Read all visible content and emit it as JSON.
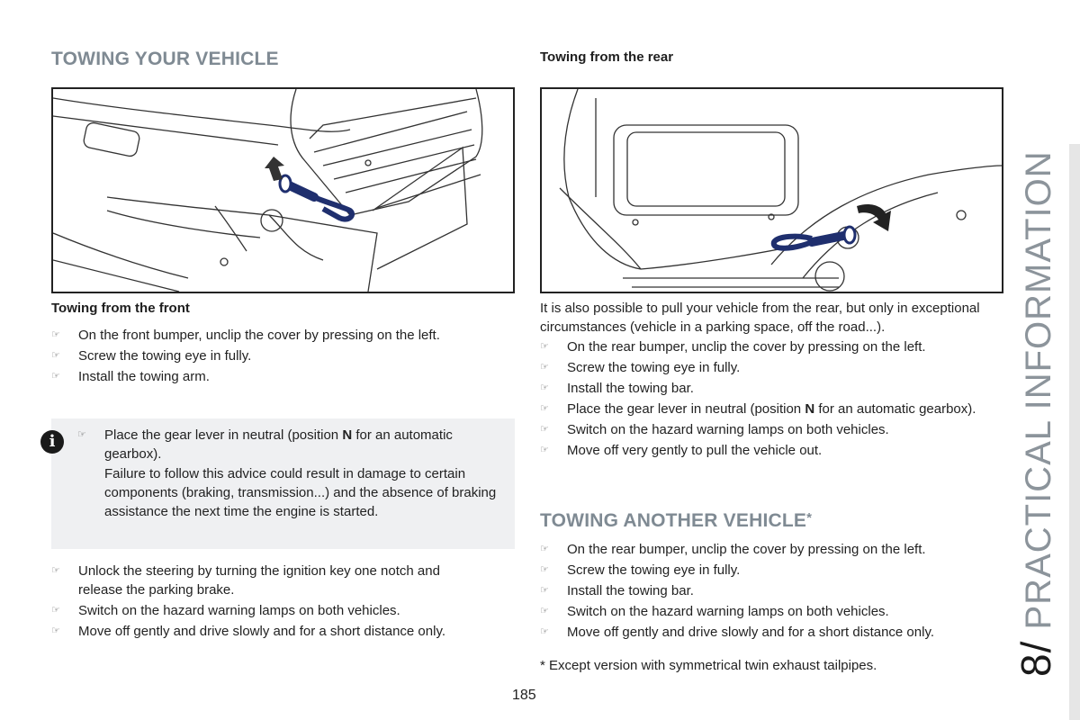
{
  "section_title": "TOWING YOUR VEHICLE",
  "front": {
    "subheading": "Towing from the front",
    "steps": [
      "On the front bumper, unclip the cover by pressing on the left.",
      "Screw the towing eye in fully.",
      "Install the towing arm."
    ]
  },
  "note": {
    "icon": "info-icon",
    "step_prefix": "Place the gear lever in neutral (position ",
    "step_bold": "N",
    "step_suffix": " for an automatic gearbox).",
    "warning": "Failure to follow this advice could result in damage to certain components (braking, transmission...) and the absence of braking assistance the next time the engine is started."
  },
  "front_after": [
    "Unlock the steering by turning the ignition key one notch and release the parking brake.",
    "Switch on the hazard warning lamps on both vehicles.",
    "Move off gently and drive slowly and for a short distance only."
  ],
  "rear": {
    "subheading": "Towing from the rear",
    "intro": "It is also possible to pull your vehicle from the rear, but only in exceptional circumstances (vehicle in a parking space, off the road...).",
    "steps": [
      "On the rear bumper, unclip the cover by pressing on the left.",
      "Screw the towing eye in fully.",
      "Install the towing bar."
    ],
    "gear_prefix": "Place the gear lever in neutral (position ",
    "gear_bold": "N",
    "gear_suffix": " for an automatic gearbox).",
    "steps_after": [
      "Switch on the hazard warning lamps on both vehicles.",
      "Move off very gently to pull the vehicle out."
    ]
  },
  "another": {
    "title": "TOWING ANOTHER VEHICLE",
    "asterisk": "*",
    "steps": [
      "On the rear bumper, unclip the cover by pressing on the left.",
      "Screw the towing eye in fully.",
      "Install the towing bar.",
      "Switch on the hazard warning lamps on both vehicles.",
      "Move off gently and drive slowly and for a short distance only."
    ],
    "footnote": "* Except version with symmetrical twin exhaust tailpipes."
  },
  "page_number": "185",
  "chapter": {
    "number": "8/",
    "title": "PRACTICAL INFORMATION"
  },
  "bullet_glyph": "☞",
  "colors": {
    "heading": "#7f8a93",
    "tow_blue": "#1f2f6e",
    "note_bg": "#eff0f2"
  }
}
